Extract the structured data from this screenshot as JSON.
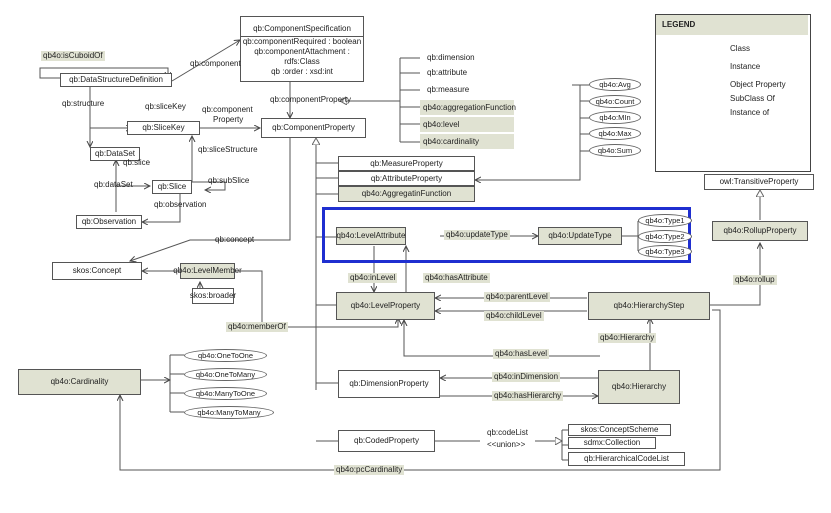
{
  "legend": {
    "title": "LEGEND",
    "class": "Class",
    "instance": "Instance",
    "object_property": "Object Property",
    "subclass_of": "SubClass Of",
    "instance_of": "Instance of"
  },
  "classes": {
    "component_specification": "qb:ComponentSpecification",
    "component_required": "qb:componentRequired : boolean",
    "component_attachment": "qb:componentAttachment :",
    "rdfs_class": "rdfs:Class",
    "order": "qb :order : xsd:int",
    "dsd": "qb:DataStructureDefinition",
    "slice_key": "qb:SliceKey",
    "component_property": "qb:ComponentProperty",
    "dataset": "qb:DataSet",
    "slice": "qb:Slice",
    "observation": "qb:Observation",
    "skos_concept": "skos:Concept",
    "level_member": "qb4o:LevelMember",
    "skos_broader": "skos:broader",
    "measure_property": "qb:MeasureProperty",
    "attribute_property": "qb:AttributeProperty",
    "aggregation_function_class": "qb4o:AggregatinFunction",
    "level_attribute": "qb4o:LevelAttribute",
    "update_type": "qb4o:UpdateType",
    "level_property": "qb4o:LevelProperty",
    "hierarchy_step": "qb4o:HierarchyStep",
    "hierarchy": "qb4o:Hierarchy",
    "dimension_property": "qb:DimensionProperty",
    "coded_property": "qb:CodedProperty",
    "cardinality": "qb4o:Cardinality",
    "transitive_property": "owl:TransitiveProperty",
    "rollup_property": "qb4o:RollupProperty",
    "concept_scheme": "skos:ConceptScheme",
    "sdmx_collection": "sdmx:Collection",
    "hierarchical_code_list": "qb:HierarchicalCodeList"
  },
  "component_list": {
    "dimension": "qb:dimension",
    "attribute": "qb:attribute",
    "measure": "qb:measure",
    "aggregation_function": "qb4o:aggregationFunction",
    "level": "qb4o:level",
    "cardinality": "qb4o:cardinality"
  },
  "instances": {
    "avg": "qb4o:Avg",
    "count": "qb4o:Count",
    "min": "qb4o:MIn",
    "max": "qb4o:Max",
    "sum": "qb4o:Sum",
    "type1": "qb4o:Type1",
    "type2": "qb4o:Type2",
    "type3": "qb4o:Type3",
    "one_to_one": "qb4o:OneToOne",
    "one_to_many": "qb4o:OneToMany",
    "many_to_one": "qb4o:ManyToOne",
    "many_to_many": "qb4o:ManyToMany"
  },
  "properties": {
    "is_cuboid_of": "qb4o:isCuboidOf",
    "component": "qb:component",
    "structure": "qb:structure",
    "slice_key": "qb:sliceKey",
    "component_property_1": "qb:component",
    "component_property_2": "Property",
    "component_property": "qb:componentProperty",
    "slice_structure": "qb:sliceStructure",
    "slice": "qb:slice",
    "sub_slice": "qb:subSlice",
    "dataset": "qb:dataSet",
    "observation": "qb:observation",
    "concept": "qb:concept",
    "update_type": "qb4o:updateType",
    "in_level": "qb4o:inLevel",
    "has_attribute": "qb4o:hasAttribute",
    "member_of": "qb4o:memberOf",
    "parent_level": "qb4o:parentLevel",
    "child_level": "qb4o:childLevel",
    "has_level": "qb4o:hasLevel",
    "hierarchy": "qb4o:Hierarchy",
    "in_dimension": "qb4o:inDimension",
    "has_hierarchy": "qb4o:hasHierarchy",
    "rollup": "qb4o:rollup",
    "pc_cardinality": "qb4o:pcCardinality",
    "code_list": "qb:codeList",
    "union": "<<union>>"
  }
}
